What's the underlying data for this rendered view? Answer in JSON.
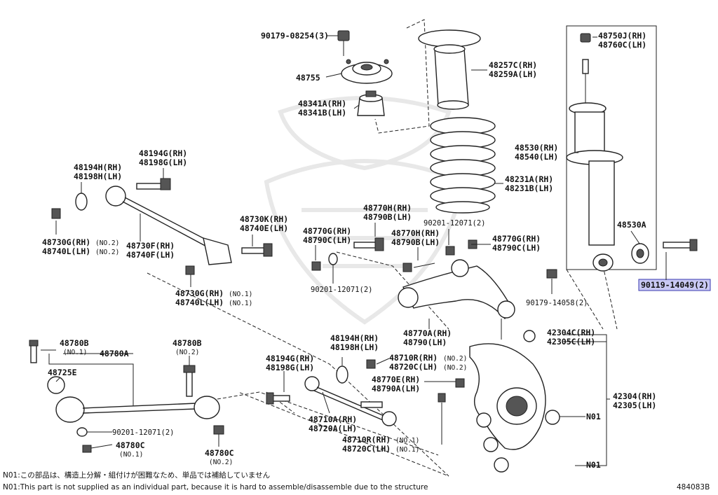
{
  "labels": {
    "nut_top": "90179-08254(3)",
    "mount": "48755",
    "bumper_rh": "48341A(RH)",
    "bumper_lh": "48341B(LH)",
    "boot_rh": "48257C(RH)",
    "boot_lh": "48259A(LH)",
    "spring_rh": "48231A(RH)",
    "spring_lh": "48231B(LH)",
    "abs_nut_rh": "48750J(RH)",
    "abs_nut_lh": "48760C(LH)",
    "absorber_rh": "48530(RH)",
    "absorber_lh": "48540(LH)",
    "bushing": "48530A",
    "bolt_hl": "90119-14049(2)",
    "nut_14058": "90179-14058(2)",
    "arm_h_rh": "48194H(RH)",
    "arm_h_lh": "48198H(LH)",
    "arm_g_rh": "48194G(RH)",
    "arm_g_lh": "48198G(LH)",
    "nut_730g_rh": "48730G(RH)",
    "nut_730g_rh_no": "(NO.2)",
    "nut_740l_lh": "48740L(LH)",
    "nut_740l_lh_no": "(NO.2)",
    "arm_730f_rh": "48730F(RH)",
    "arm_740f_lh": "48740F(LH)",
    "bolt_730k_rh": "48730K(RH)",
    "bolt_740e_lh": "48740E(LH)",
    "nut2_730g_rh": "48730G(RH)",
    "nut2_730g_rh_no": "(NO.1)",
    "nut2_740l_lh": "48740L(LH)",
    "nut2_740l_lh_no": "(NO.1)",
    "bolt_770h_rh": "48770H(RH)",
    "bolt_790b_lh": "48790B(LH)",
    "nut_770g_rh": "48770G(RH)",
    "nut_790c_lh": "48790C(LH)",
    "nut_12071_a": "90201-12071(2)",
    "nut_12071_b": "90201-12071(2)",
    "bolt2_770h_rh": "48770H(RH)",
    "bolt2_790b_lh": "48790B(LH)",
    "nut2_770g_rh": "48770G(RH)",
    "nut2_790c_lh": "48790C(LH)",
    "upper_arm_rh": "48770A(RH)",
    "upper_arm_lh": "48790(LH)",
    "washer_rh": "42304C(RH)",
    "washer_lh": "42305C(LH)",
    "carrier_rh": "42304(RH)",
    "carrier_lh": "42305(LH)",
    "n01_a": "N01",
    "n01_b": "N01",
    "bolt_780b_1": "48780B",
    "bolt_780b_1_no": "(NO.1)",
    "strut_780a": "48780A",
    "bolt_780b_2": "48780B",
    "bolt_780b_2_no": "(NO.2)",
    "bush_725e": "48725E",
    "nut_12071_c": "90201-12071(2)",
    "nut_780c_1": "48780C",
    "nut_780c_1_no": "(NO.1)",
    "nut_780c_2": "48780C",
    "nut_780c_2_no": "(NO.2)",
    "arm2_h_rh": "48194H(RH)",
    "arm2_h_lh": "48198H(LH)",
    "arm2_g_rh": "48194G(RH)",
    "arm2_g_lh": "48198G(LH)",
    "nut_710r_rh": "48710R(RH)",
    "nut_710r_rh_no": "(NO.2)",
    "nut_720c_lh": "48720C(LH)",
    "nut_720c_lh_no": "(NO.2)",
    "nut_770e_rh": "48770E(RH)",
    "nut_790a_lh": "48790A(LH)",
    "arm_710a_rh": "48710A(RH)",
    "arm_720a_lh": "48720A(LH)",
    "nut2_710r_rh": "48710R(RH)",
    "nut2_710r_rh_no": "(NO.1)",
    "nut2_720c_lh": "48720C(LH)",
    "nut2_720c_lh_no": "(NO.1)"
  },
  "footer": {
    "note_jp": "N01:この部品は、構造上分解・組付けが困難なため、単品では補給していません",
    "note_en": "N01:This part is not supplied as an individual part, because it is hard to assemble/disassemble due to the structure",
    "diagram_id": "484083B"
  },
  "colors": {
    "highlight_fill": "#c9c9f3",
    "highlight_border": "#3a3ab0",
    "line": "#222222"
  }
}
